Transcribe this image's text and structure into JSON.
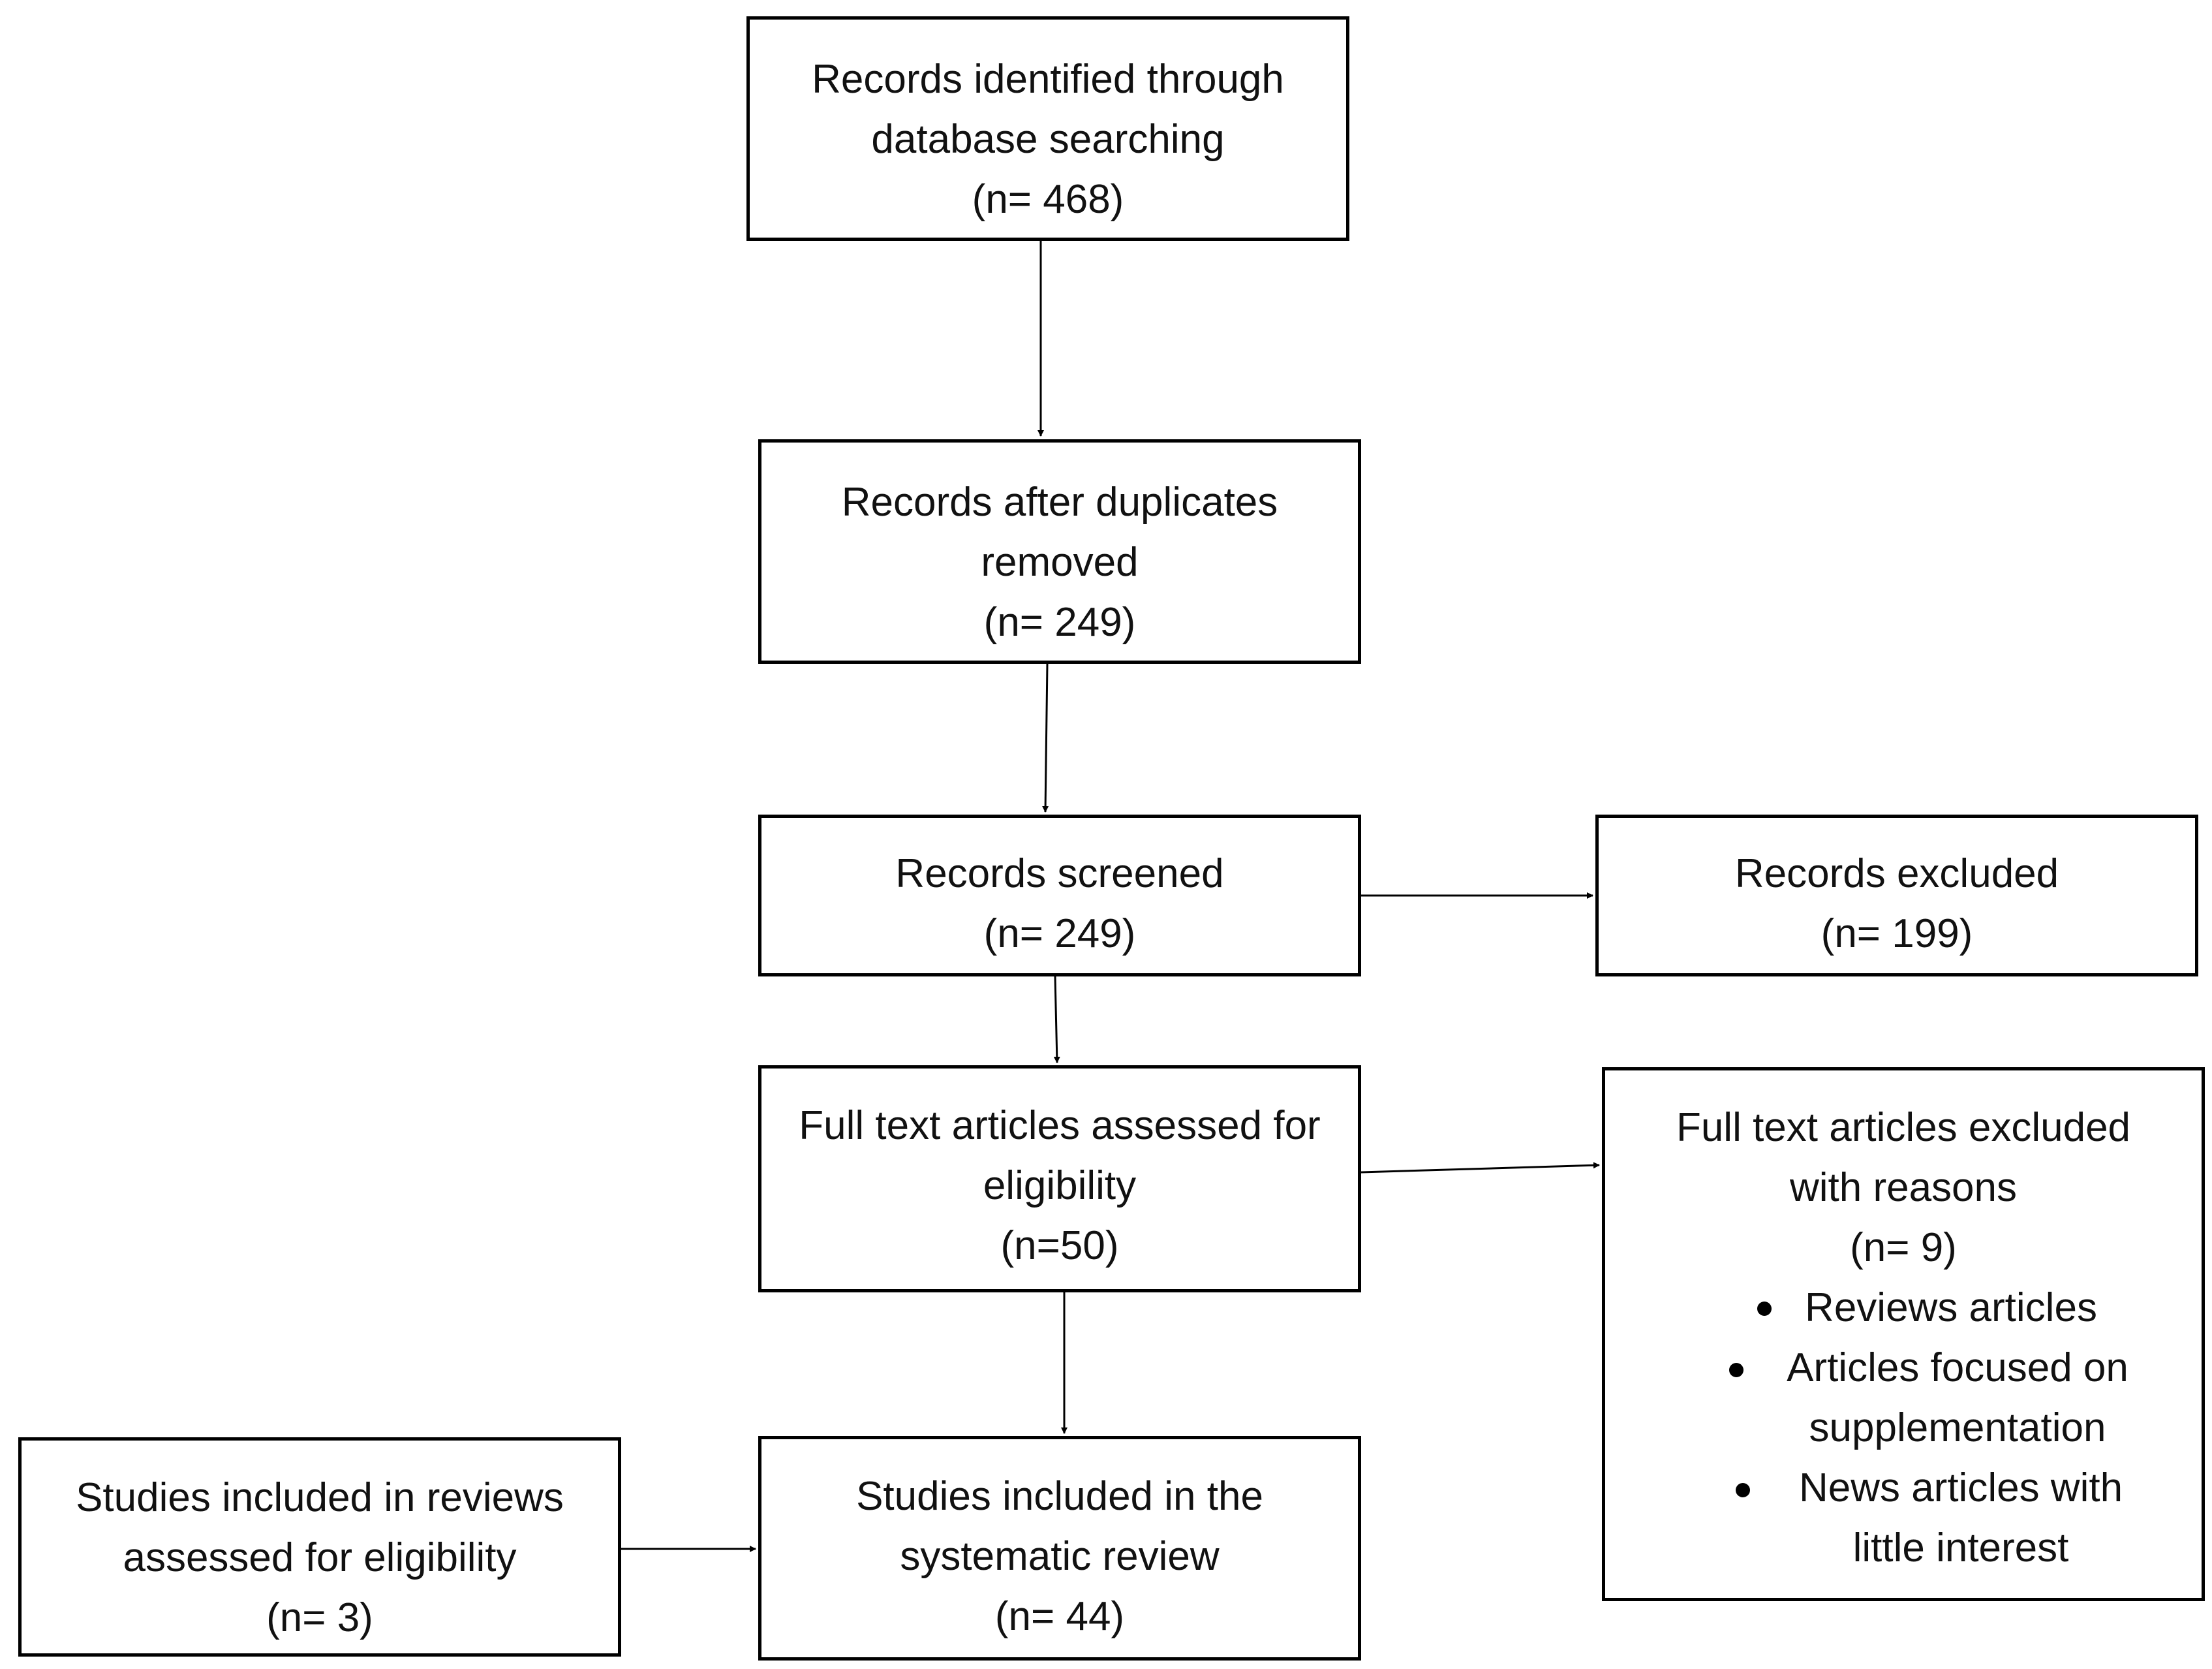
{
  "diagram": {
    "boxes": {
      "identified": {
        "lines": [
          "Records identified through",
          "database searching"
        ],
        "count": "(n= 468)"
      },
      "dedup": {
        "lines": [
          "Records after duplicates",
          "removed"
        ],
        "count": "(n= 249)"
      },
      "screened": {
        "lines": [
          "Records screened"
        ],
        "count": "(n= 249)"
      },
      "excluded": {
        "lines": [
          "Records excluded"
        ],
        "count": "(n= 199)"
      },
      "fulltext": {
        "lines": [
          "Full text articles assessed for",
          "eligibility"
        ],
        "count": "(n=50)"
      },
      "ft_excluded": {
        "lines": [
          "Full text articles excluded",
          "with reasons"
        ],
        "count": "(n= 9)",
        "reasons": [
          {
            "lines": [
              "Reviews articles"
            ]
          },
          {
            "lines": [
              "Articles focused on",
              "supplementation"
            ]
          },
          {
            "lines": [
              "News articles with",
              "little interest"
            ]
          }
        ]
      },
      "reviews": {
        "lines": [
          "Studies included in reviews",
          "assessed for eligibility"
        ],
        "count": "(n= 3)"
      },
      "included": {
        "lines": [
          "Studies included in the",
          "systematic review"
        ],
        "count": "(n= 44)"
      }
    },
    "connectors": [
      {
        "from": "identified",
        "to": "dedup"
      },
      {
        "from": "dedup",
        "to": "screened"
      },
      {
        "from": "screened",
        "to": "excluded"
      },
      {
        "from": "screened",
        "to": "fulltext"
      },
      {
        "from": "fulltext",
        "to": "ft_excluded"
      },
      {
        "from": "fulltext",
        "to": "included"
      },
      {
        "from": "reviews",
        "to": "included"
      }
    ],
    "colors": {
      "stroke": "#000000",
      "background": "#ffffff",
      "text": "#111111"
    }
  }
}
